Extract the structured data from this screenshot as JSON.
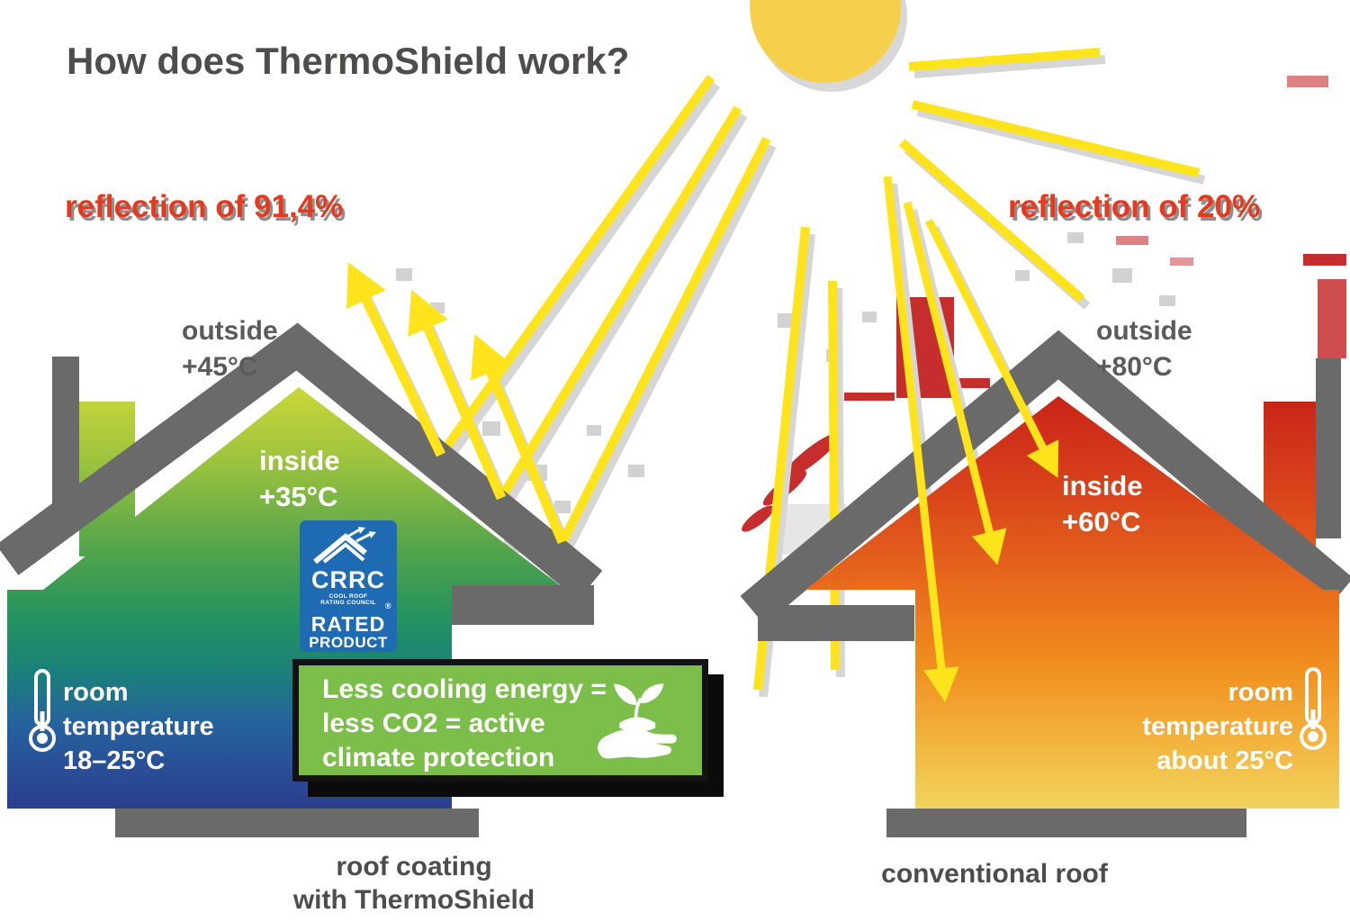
{
  "title": "How does ThermoShield work?",
  "left_house": {
    "reflection": "reflection of 91,4%",
    "outside_label": "outside",
    "outside_temp": "+45°C",
    "inside_label": "inside",
    "inside_temp": "+35°C",
    "room_temperature": {
      "line1": "room",
      "line2": "temperature",
      "line3": "18–25°C"
    },
    "caption_line1": "roof coating",
    "caption_line2": "with ThermoShield"
  },
  "right_house": {
    "reflection": "reflection of 20%",
    "outside_label": "outside",
    "outside_temp": "+80°C",
    "inside_label": "inside",
    "inside_temp": "+60°C",
    "room_temperature": {
      "line1": "room",
      "line2": "temperature",
      "line3": "about 25°C"
    },
    "caption": "conventional roof"
  },
  "climate_box": {
    "line1": "Less cooling energy =",
    "line2": "less CO2 = active",
    "line3": "climate protection"
  },
  "crrc_badge": {
    "acronym": "CRRC",
    "council_line1": "COOL ROOF",
    "council_line2": "RATING COUNCIL",
    "registered": "®",
    "rated": "RATED",
    "product": "PRODUCT"
  },
  "icons": {
    "sun": "sun-icon",
    "thermometer": "thermometer-icon",
    "plant_in_hand": "plant-in-hand-icon",
    "crrc_roof": "roof-with-arrows-icon"
  },
  "colors": {
    "accent_red": "#e8391d",
    "sun_yellow": "#f7d04b",
    "ray_yellow": "#ffe41c",
    "outline_gray": "#6a6a6a",
    "climate_green": "#7cbe4a",
    "crrc_blue": "#1e6bb4"
  }
}
